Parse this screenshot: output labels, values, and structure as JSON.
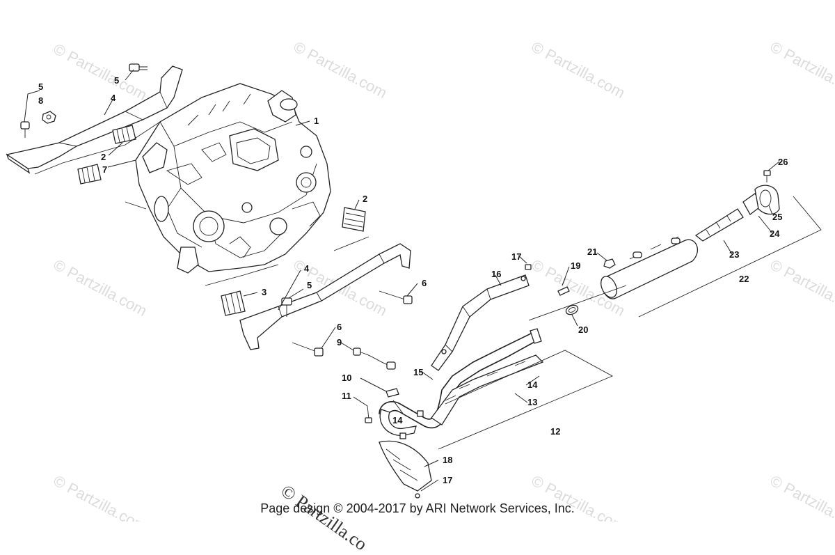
{
  "watermark": {
    "text": "© Partzilla.com",
    "footer_text": "© Partzilla.co"
  },
  "footer": {
    "text": "Page design © 2004-2017 by ARI Network Services, Inc."
  },
  "callouts": [
    {
      "label": "1"
    },
    {
      "label": "2"
    },
    {
      "label": "2"
    },
    {
      "label": "3"
    },
    {
      "label": "4"
    },
    {
      "label": "4"
    },
    {
      "label": "5"
    },
    {
      "label": "5"
    },
    {
      "label": "5"
    },
    {
      "label": "6"
    },
    {
      "label": "6"
    },
    {
      "label": "7"
    },
    {
      "label": "8"
    },
    {
      "label": "9"
    },
    {
      "label": "10"
    },
    {
      "label": "11"
    },
    {
      "label": "12"
    },
    {
      "label": "13"
    },
    {
      "label": "14"
    },
    {
      "label": "14"
    },
    {
      "label": "15"
    },
    {
      "label": "16"
    },
    {
      "label": "17"
    },
    {
      "label": "17"
    },
    {
      "label": "18"
    },
    {
      "label": "19"
    },
    {
      "label": "20"
    },
    {
      "label": "21"
    },
    {
      "label": "22"
    },
    {
      "label": "23"
    },
    {
      "label": "24"
    },
    {
      "label": "25"
    },
    {
      "label": "26"
    }
  ]
}
